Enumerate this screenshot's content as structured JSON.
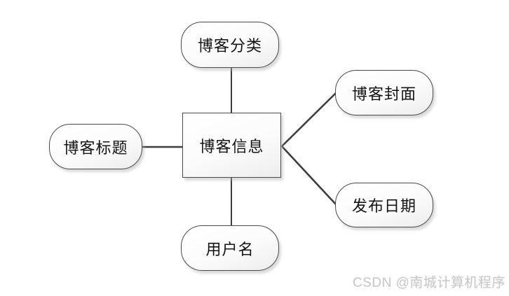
{
  "diagram": {
    "title_hint": "blog-information-attribute-diagram",
    "center": {
      "label": "博客信息"
    },
    "attributes": [
      {
        "position": "top",
        "label": "博客分类"
      },
      {
        "position": "left",
        "label": "博客标题"
      },
      {
        "position": "right-top",
        "label": "博客封面"
      },
      {
        "position": "right-bottom",
        "label": "发布日期"
      },
      {
        "position": "bottom",
        "label": "用户名"
      }
    ],
    "connections": [
      {
        "from": "博客信息",
        "to": "博客分类"
      },
      {
        "from": "博客信息",
        "to": "博客标题"
      },
      {
        "from": "博客信息",
        "to": "博客封面"
      },
      {
        "from": "博客信息",
        "to": "发布日期"
      },
      {
        "from": "博客信息",
        "to": "用户名"
      }
    ],
    "colors": {
      "node_border": "#4a4a4a",
      "connector": "#3d3d3d",
      "node_fill_top": "#ffffff",
      "node_fill_bottom": "#ededed",
      "shadow": "#d9d9d9",
      "text": "#141414",
      "background": "#ffffff"
    }
  },
  "watermark": {
    "text": "CSDN @南城计算机程序",
    "color": "#c9c9c9"
  }
}
